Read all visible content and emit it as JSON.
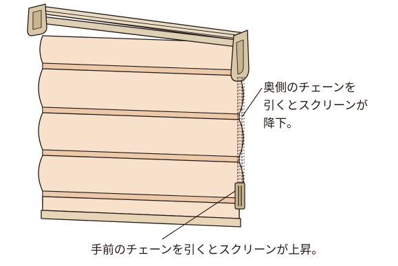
{
  "annotations": {
    "back_chain": {
      "lines": [
        "奥側のチェーンを",
        "引くとスクリーンが",
        "降下。"
      ]
    },
    "front_chain": {
      "text": "手前のチェーンを引くとスクリーンが上昇。"
    }
  },
  "colors": {
    "fabric": "#f8e1cb",
    "fabric_shadow": "#ecc9a8",
    "headrail": "#ddd0b4",
    "bracket": "#d8c8a8",
    "outline": "#231815"
  }
}
